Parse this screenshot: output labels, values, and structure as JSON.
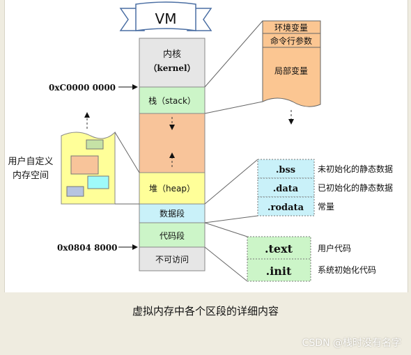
{
  "title": "VM",
  "address_labels": {
    "kernel_boundary": "0xC0000 0000",
    "text_start": "0x0804 8000"
  },
  "segments": {
    "kernel_line1": "内核",
    "kernel_line2": "（kernel）",
    "stack": "栈（stack）",
    "heap": "堆（heap）",
    "data": "数据段",
    "code": "代码段",
    "noaccess": "不可访问"
  },
  "stack_detail": [
    "环境变量",
    "命令行参数",
    "局部变量"
  ],
  "user_area": [
    "用户自定义",
    "内存空间"
  ],
  "data_sections": [
    {
      "name": ".bss",
      "desc": "未初始化的静态数据"
    },
    {
      "name": ".data",
      "desc": "已初始化的静态数据"
    },
    {
      "name": ".rodata",
      "desc": "常量"
    }
  ],
  "code_sections": [
    {
      "name": ".text",
      "desc": "用户代码"
    },
    {
      "name": ".init",
      "desc": "系统初始化代码"
    }
  ],
  "caption": "虚拟内存中各个区段的详细内容",
  "watermark": "CSDN @栈时没有名字",
  "colors": {
    "kernel": "#e6e6e6",
    "stack": "#ccf5c8",
    "gap": "#f8c49a",
    "heap": "#ffff99",
    "data": "#c9f1f9",
    "code": "#ccf5c8",
    "noaccess": "#e6e6e6",
    "stack_panel": "#fbc692"
  }
}
